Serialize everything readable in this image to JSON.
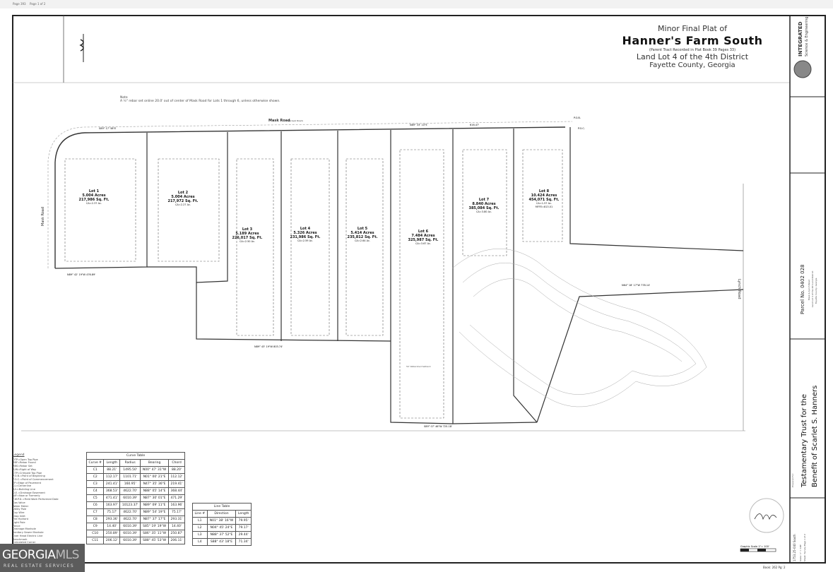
{
  "viewer": {
    "page_label": "Page 393",
    "page_of": "Page 1 of 2"
  },
  "title_block": {
    "line1": "Minor Final Plat of",
    "name": "Hanner's Farm South",
    "parent_tract": "(Parent Tract Recorded in Plat Book 39 Pages 33)",
    "land_lot": "Land Lot 4 of the 4th District",
    "county": "Fayette County, Georgia"
  },
  "firm": {
    "name": "INTEGRATED",
    "sub": "Science & Engineering"
  },
  "prepared_for": {
    "label": "Prepared For:",
    "line1": "Testamentary Trust for the",
    "line2": "Benefit of Scarlet S. Hanners"
  },
  "parcel": {
    "number": "Parcel No. 0402 028",
    "road": "Mask & Lynch Road",
    "land_lot": "Land Lot 4 of the 4th Land District",
    "county": "Fayette County, Georgia"
  },
  "job": {
    "number": "1753.25-040 South",
    "scale": "Scale: 1\" = 100'",
    "sheet": "Sheet: Survey Page 1 of 2",
    "book_page": "Book: 262 Pg: 2"
  },
  "note": {
    "heading": "Note",
    "text": "A ½\" rebar set online 20.0' out of center of Mask Road for Lots 1 through 6, unless otherwise shown."
  },
  "roads": {
    "mask_north": "Mask Road",
    "mask_north_type": "(Gravel Road)",
    "mask_west": "Mask Road",
    "lynch": "Lynch Road"
  },
  "bearings": {
    "top1": "S89° 17' 58\"E",
    "top2": "N89° 33' 10\"E",
    "top3": "616.47'",
    "pob": "P.O.B.",
    "poc": "P.O.C.",
    "bottom1": "N89° 43' 19\"W 803.74'",
    "bottom2": "S89° 07' 46\"W 725.18'",
    "east": "N64° 18' 17\"W 778.14'",
    "lot1_bottom": "N89° 42' 19\"W 476.89'",
    "setback": "50' Watershed Setback"
  },
  "lots": [
    {
      "name": "Lot 1",
      "acres": "5.004 Acres",
      "sqft": "217,986 Sq. Ft.",
      "ca": "CA=2.37 Ac."
    },
    {
      "name": "Lot 2",
      "acres": "5.004 Acres",
      "sqft": "217,972 Sq. Ft.",
      "ca": "CA=2.27 Ac."
    },
    {
      "name": "Lot 3",
      "acres": "5.189 Acres",
      "sqft": "226,017 Sq. Ft.",
      "ca": "CA=2.50 Ac."
    },
    {
      "name": "Lot 4",
      "acres": "5.326 Acres",
      "sqft": "231,986 Sq. Ft.",
      "ca": "CA=2.59 Ac."
    },
    {
      "name": "Lot 5",
      "acres": "5.414 Acres",
      "sqft": "235,812 Sq. Ft.",
      "ca": "CA=2.64 Ac."
    },
    {
      "name": "Lot 6",
      "acres": "7.484 Acres",
      "sqft": "325,987 Sq. Ft.",
      "ca": "CA=3.67 Ac."
    },
    {
      "name": "Lot 7",
      "acres": "8.840 Acres",
      "sqft": "385,084 Sq. Ft.",
      "ca": "CA=3.80 Ac."
    },
    {
      "name": "Lot 8",
      "acres": "10.424 Acres",
      "sqft": "454,071 Sq. Ft.",
      "ca": "CA=1.57 Ac.",
      "mffe": "MFFE=813.01"
    }
  ],
  "curve_table": {
    "title": "Curve Table",
    "headers": [
      "Curve #",
      "Length",
      "Radius",
      "Bearing",
      "Chord"
    ],
    "rows": [
      [
        "C1",
        "88.21'",
        "1495.50'",
        "N00° 47' 31\"W",
        "88.20'"
      ],
      [
        "C2",
        "112.17'",
        "1101.71'",
        "N01° 00' 21\"E",
        "112.12'"
      ],
      [
        "C3",
        "241.41'",
        "160.95'",
        "N47° 35' 36\"E",
        "219.41'"
      ],
      [
        "C4",
        "368.53'",
        "4622.70'",
        "N88° 05' 14\"E",
        "368.44'"
      ],
      [
        "C5",
        "471.41'",
        "6010.39'",
        "N87° 30' 01\"E",
        "471.29'"
      ],
      [
        "C6",
        "163.97'",
        "10123.37'",
        "N89° 09' 11\"E",
        "163.96'"
      ],
      [
        "C7",
        "75.17'",
        "4622.70'",
        "N89° 54' 19\"E",
        "75.17'"
      ],
      [
        "C8",
        "293.36'",
        "4622.70'",
        "N87° 37' 17\"E",
        "293.31'"
      ],
      [
        "C9",
        "14.40'",
        "6010.39'",
        "S85° 19' 19\"W",
        "14.40'"
      ],
      [
        "C10",
        "250.89'",
        "6010.39'",
        "S86° 35' 11\"W",
        "250.87'"
      ],
      [
        "C11",
        "206.12'",
        "6010.39'",
        "S88° 45' 53\"W",
        "206.11'"
      ]
    ]
  },
  "line_table": {
    "title": "Line Table",
    "headers": [
      "Line #",
      "Direction",
      "Length"
    ],
    "rows": [
      [
        "L1",
        "N01° 38' 16\"W",
        "79.95'"
      ],
      [
        "L2",
        "N04° 45' 24\"E",
        "79.17'"
      ],
      [
        "L3",
        "N88° 37' 52\"E",
        "29.44'"
      ],
      [
        "L4",
        "S88° 43' 18\"E",
        "71.34'"
      ]
    ]
  },
  "legend": {
    "title": "Legend",
    "items": [
      "OTP=Open Top Pipe",
      "RBF=Rebar Found",
      "RBS=Rebar Set",
      "R/W=Right of Way",
      "CTP=Crimped Top Pipe",
      "P.O.B.=Point of Beginning",
      "P.O.C.=Point of Commencement",
      "EP=Edge of Pavement",
      "CL=Centerline",
      "B/L=Building Line",
      "D.E.=Drainage Easement",
      "N/F=Now or Formerly",
      "F.W.P.D.=Field Work Performed Date",
      "Gas Valve",
      "Water Meter",
      "Utility Pole",
      "Guy Wire",
      "Drop Inlet",
      "Fire Hydrant",
      "Light Pole",
      "Fence",
      "Drainage Manhole",
      "Sanitary Sewer Manhole",
      "Over Head Electric Line",
      "Benchmark",
      "Calculated Corner"
    ]
  },
  "graphic_scale": "Graphic Scale 1\"= 100'",
  "watermark": {
    "brand": "GEORGIA",
    "brand2": "MLS",
    "tagline": "REAL ESTATE SERVICES"
  }
}
